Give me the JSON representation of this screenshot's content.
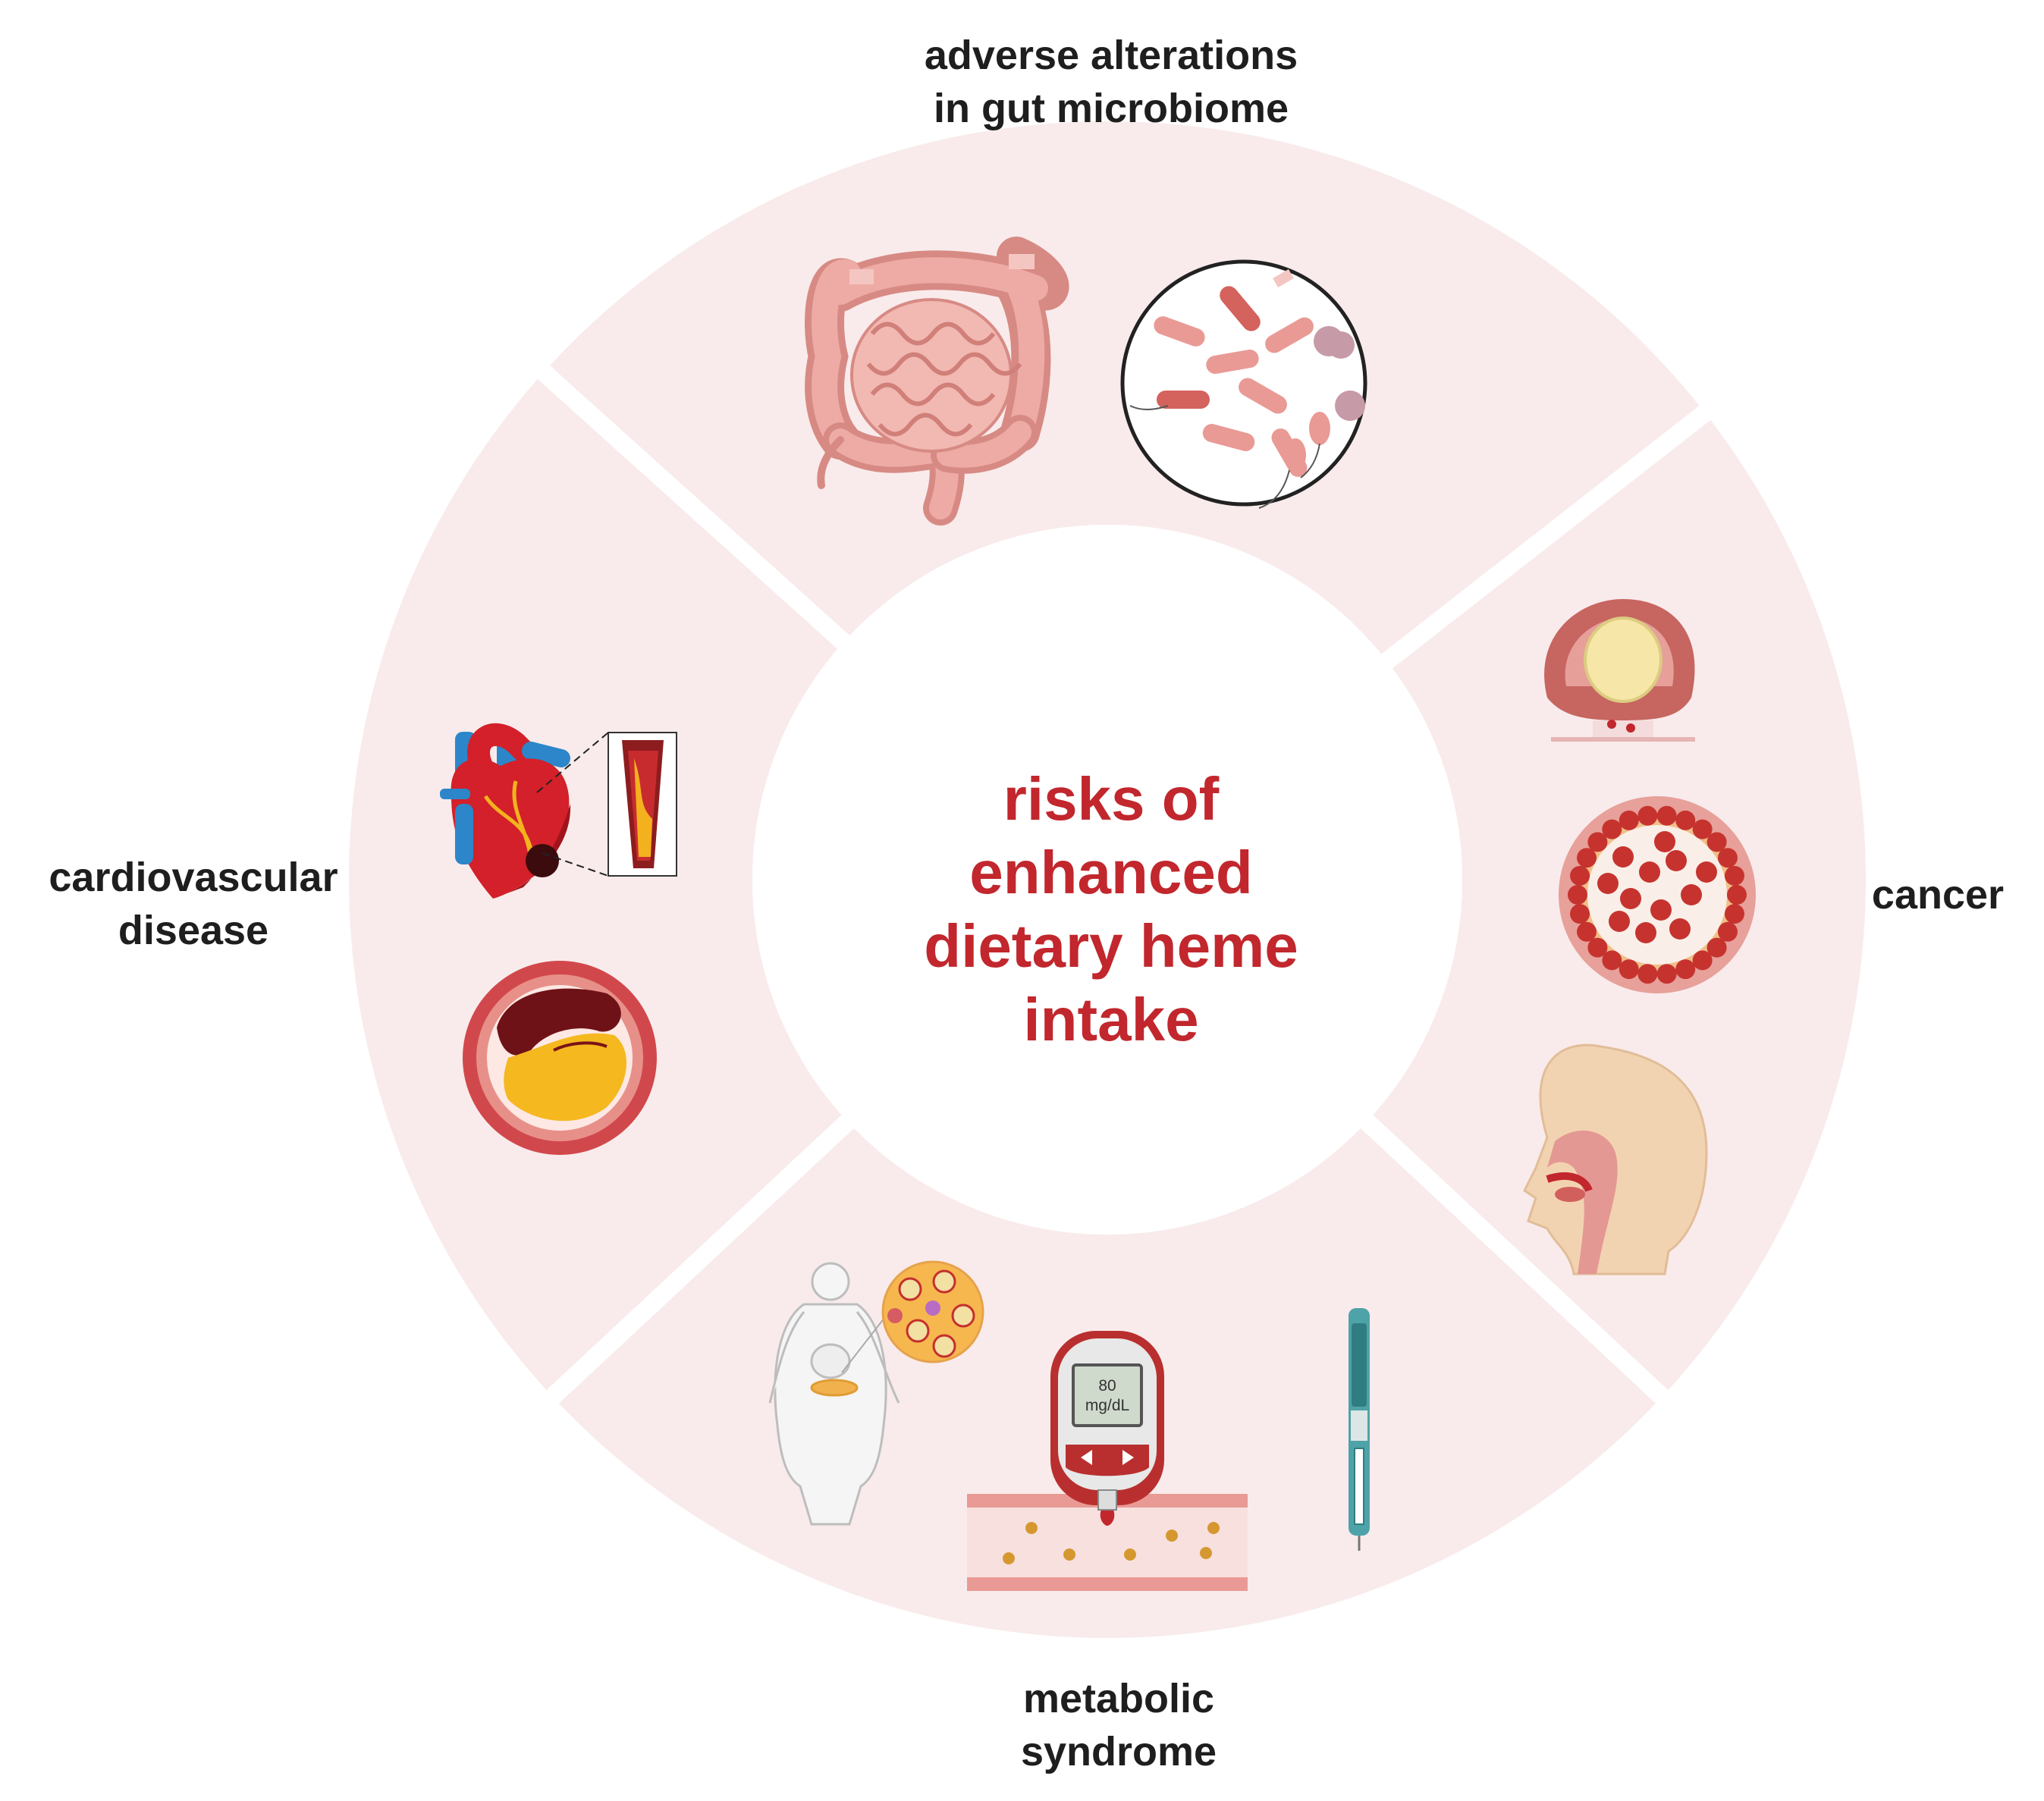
{
  "center": {
    "lines": [
      "risks of",
      "enhanced",
      "dietary heme",
      "intake"
    ],
    "color": "#c1272d"
  },
  "segments": [
    {
      "id": "gut",
      "lines": [
        "adverse alterations",
        "in gut microbiome"
      ],
      "icons": [
        "large-intestine-icon",
        "bacteria-magnified-icon"
      ]
    },
    {
      "id": "cancer",
      "lines": [
        "cancer"
      ],
      "icons": [
        "tumor-icon",
        "colon-tumor-cross-section-icon",
        "head-neck-anatomy-icon"
      ]
    },
    {
      "id": "metabolic",
      "lines": [
        "metabolic",
        "syndrome"
      ],
      "icons": [
        "obese-body-icon",
        "adipose-cell-icon",
        "glucometer-icon",
        "blood-vessel-glucose-icon",
        "insulin-pen-icon"
      ]
    },
    {
      "id": "cardio",
      "lines": [
        "cardiovascular",
        "disease"
      ],
      "icons": [
        "heart-icon",
        "artery-plaque-inset-icon",
        "artery-cross-section-icon"
      ]
    }
  ],
  "glucometer": {
    "reading": "80",
    "unit": "mg/dL"
  },
  "colors": {
    "ring": "#f9ebeb",
    "label": "#1e1e1e",
    "organ": "#e8a09a",
    "blood": "#c4302e",
    "fat": "#f5b91f"
  }
}
